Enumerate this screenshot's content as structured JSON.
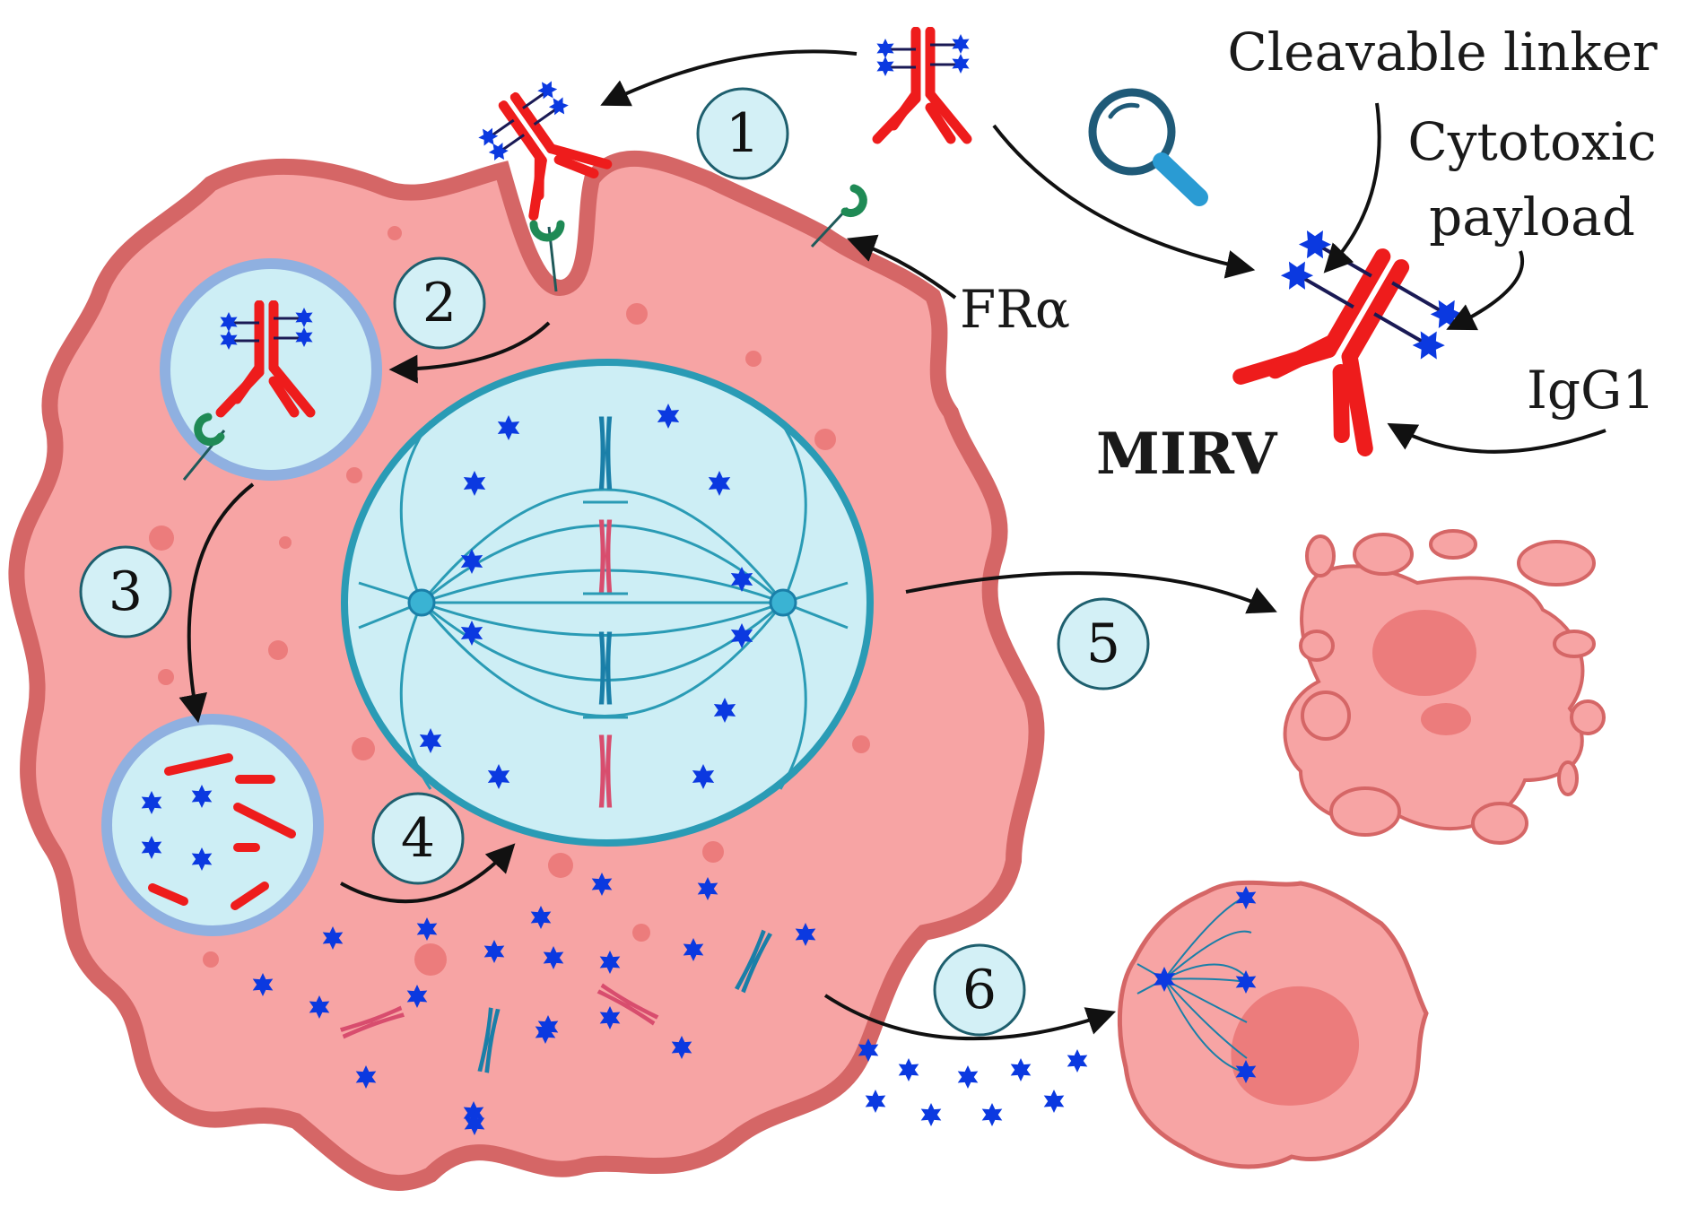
{
  "steps": [
    "1",
    "2",
    "3",
    "4",
    "5",
    "6"
  ],
  "labels": {
    "cleavable_linker": "Cleavable linker",
    "cytotoxic_line1": "Cytotoxic",
    "cytotoxic_line2": "payload",
    "fra": "FRα",
    "igg1": "IgG1",
    "mirv": "MIRV"
  },
  "icons": [
    "magnifier-icon"
  ],
  "colors": {
    "cell_fill": "#f7a4a4",
    "cell_edge": "#d56666",
    "nucleus_fill": "#cdeef5",
    "nucleus_edge": "#2a9bb5",
    "antibody": "#ee1c1c",
    "payload": "#0b39e0",
    "receptor": "#1f8a55",
    "step_circle": "#d3f0f6",
    "step_edge": "#1e5f6e"
  }
}
